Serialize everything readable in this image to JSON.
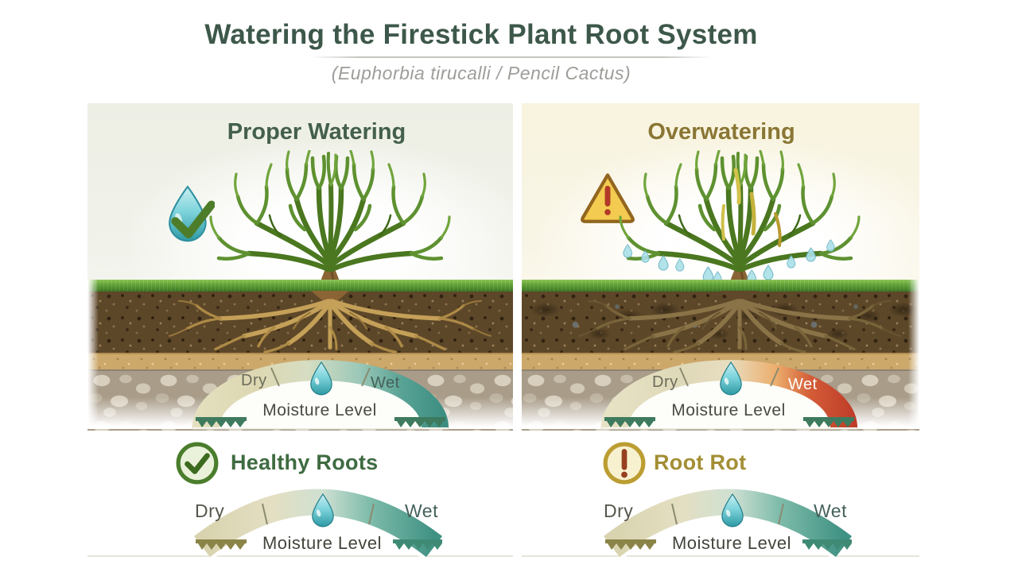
{
  "header": {
    "title": "Watering the Firestick Plant Root System",
    "subtitle": "(Euphorbia tirucalli / Pencil Cactus)"
  },
  "panels": {
    "left": {
      "heading": "Proper Watering",
      "badge_icon": "water-drop-check",
      "status_icon": "check-circle",
      "status_label": "Healthy Roots",
      "soil_gauge": {
        "dry": "Dry",
        "wet": "Wet",
        "caption": "Moisture Level",
        "wet_color": "#3a8c80"
      },
      "summary_gauge": {
        "dry": "Dry",
        "wet": "Wet",
        "caption": "Moisture Level",
        "wet_color": "#3f9183"
      }
    },
    "right": {
      "heading": "Overwatering",
      "badge_icon": "warning-triangle",
      "status_icon": "exclamation-circle",
      "status_label": "Root Rot",
      "soil_gauge": {
        "dry": "Dry",
        "wet": "Wet",
        "caption": "Moisture Level",
        "wet_color": "#bd3a28"
      },
      "summary_gauge": {
        "dry": "Dry",
        "wet": "Wet",
        "caption": "Moisture Level",
        "wet_color": "#3f9183"
      }
    }
  },
  "colors": {
    "title_green": "#3d584a",
    "subtitle_gray": "#9d9d99",
    "proper_heading_green": "#44604c",
    "overwatering_gold": "#8a7634",
    "healthy_text_green": "#3e6b41",
    "root_rot_gold": "#a38e34",
    "panel_left_bg": "#edefe5",
    "panel_right_bg": "#f8f4df",
    "gauge_dry_beige": "#ddd8b2",
    "gauge_wet_teal": "#3a8c80",
    "gauge_wet_red": "#bd3a28",
    "water_drop_blue": "#57c3cf",
    "warning_yellow": "#f3cb50"
  }
}
